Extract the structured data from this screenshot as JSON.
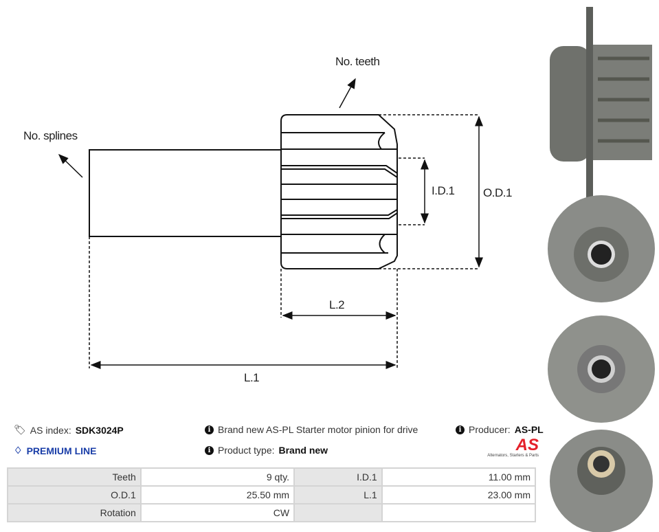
{
  "diagram": {
    "labels": {
      "teeth": "No. teeth",
      "splines": "No. splines",
      "id": "I.D.1",
      "od": "O.D.1",
      "l2": "L.2",
      "l1": "L.1"
    }
  },
  "info": {
    "as_index_label": "AS index:",
    "as_index_value": "SDK3024P",
    "premium": "PREMIUM LINE",
    "description": "Brand new AS-PL Starter motor pinion for drive",
    "product_type_label": "Product type:",
    "product_type_value": "Brand new",
    "producer_label": "Producer:",
    "producer_value": "AS-PL",
    "logo_text": "AS",
    "logo_tagline": "Alternators, Starters & Parts"
  },
  "specs": [
    [
      {
        "k": "Teeth",
        "v": "9 qty."
      },
      {
        "k": "I.D.1",
        "v": "11.00 mm"
      }
    ],
    [
      {
        "k": "O.D.1",
        "v": "25.50 mm"
      },
      {
        "k": "L.1",
        "v": "23.00 mm"
      }
    ],
    [
      {
        "k": "Rotation",
        "v": "CW"
      },
      {
        "k": "",
        "v": ""
      }
    ]
  ],
  "colors": {
    "premium": "#1a3ea8",
    "logo": "#e4202a"
  }
}
